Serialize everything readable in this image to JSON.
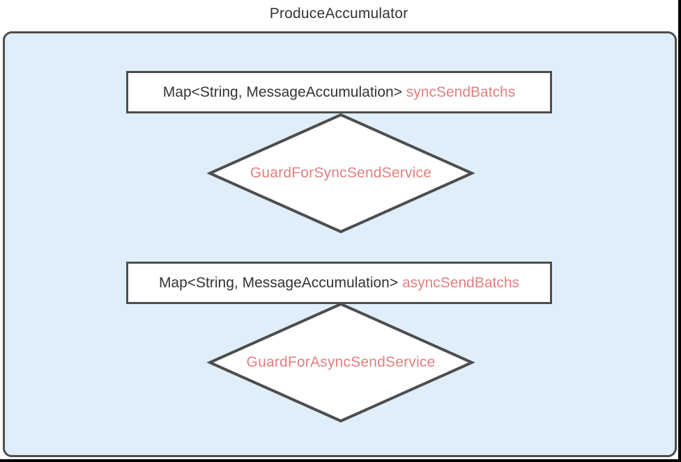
{
  "diagram": {
    "title": "ProduceAccumulator",
    "colors": {
      "container_fill": "#dfeef9",
      "shape_border": "#4d4d4d",
      "text_primary": "#333333",
      "text_accent": "#e08080",
      "screen_edge": "#000000"
    },
    "nodes": {
      "sync_map_rect": {
        "type_label": "Map<String, MessageAccumulation> ",
        "name_label": "syncSendBatchs"
      },
      "sync_guard_diamond": {
        "label": "GuardForSyncSendService"
      },
      "async_map_rect": {
        "type_label": "Map<String, MessageAccumulation> ",
        "name_label": "asyncSendBatchs"
      },
      "async_guard_diamond": {
        "label": "GuardForAsyncSendService"
      }
    }
  }
}
